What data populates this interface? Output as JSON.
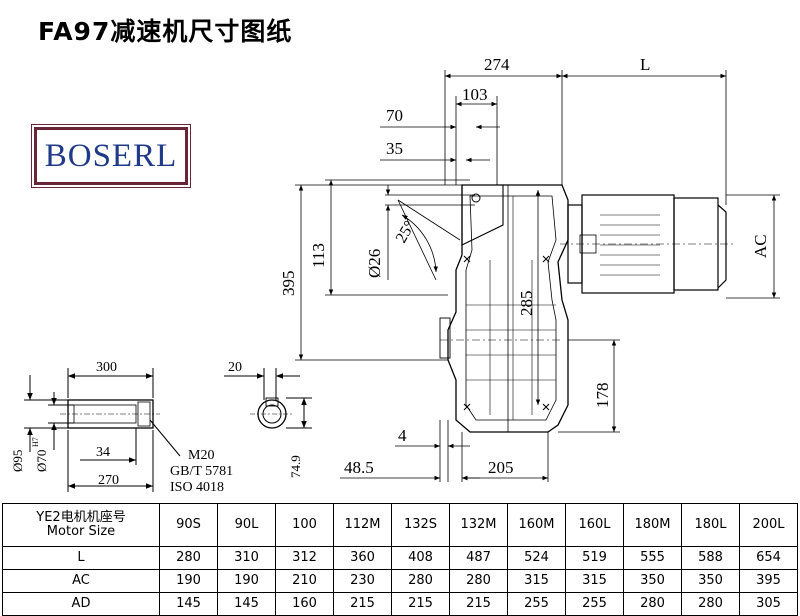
{
  "title": "FA97减速机尺寸图纸",
  "logo": {
    "text": "BOSERL",
    "border_color": "#6a2538",
    "text_color": "#1f3a88"
  },
  "dimensions": {
    "d274": "274",
    "dL": "L",
    "d103": "103",
    "d70": "70",
    "d35": "35",
    "d395": "395",
    "d113": "113",
    "d26": "Ø26",
    "d25": "25°",
    "d285": "285",
    "dAC": "AC",
    "d178": "178",
    "d4": "4",
    "d48_5": "48.5",
    "d205": "205"
  },
  "shaft_detail": {
    "d300": "300",
    "d270": "270",
    "d34": "34",
    "d95": "Ø95",
    "d70h7": "Ø70",
    "h7": "H7",
    "m20": "M20",
    "gbt": "GB/T 5781",
    "iso": "ISO 4018"
  },
  "key_detail": {
    "d20": "20",
    "d74_9": "74.9"
  },
  "table": {
    "header_label_cn": "YE2电机机座号",
    "header_label_en": "Motor Size",
    "motor_sizes": [
      "90S",
      "90L",
      "100",
      "112M",
      "132S",
      "132M",
      "160M",
      "160L",
      "180M",
      "180L",
      "200L"
    ],
    "rows": [
      {
        "label": "L",
        "values": [
          "280",
          "310",
          "312",
          "360",
          "408",
          "487",
          "524",
          "519",
          "555",
          "588",
          "654"
        ]
      },
      {
        "label": "AC",
        "values": [
          "190",
          "190",
          "210",
          "230",
          "280",
          "280",
          "315",
          "315",
          "350",
          "350",
          "395"
        ]
      },
      {
        "label": "AD",
        "values": [
          "145",
          "145",
          "160",
          "215",
          "215",
          "215",
          "255",
          "255",
          "280",
          "280",
          "305"
        ]
      }
    ]
  }
}
